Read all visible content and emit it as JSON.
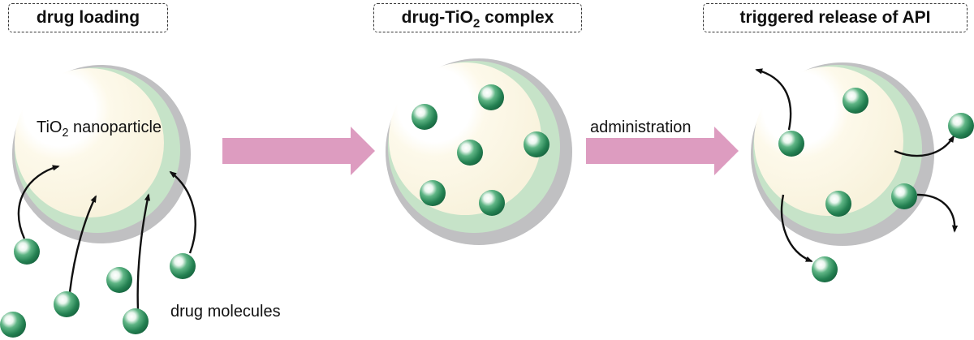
{
  "stages": {
    "loading_title": "drug loading",
    "complex_title_prefix": "drug-TiO",
    "complex_title_sub": "2",
    "complex_title_suffix": " complex",
    "release_title": "triggered release of API"
  },
  "labels": {
    "particle_prefix": "TiO",
    "particle_sub": "2",
    "particle_suffix": " nanoparticle",
    "drug_molecules": "drug molecules",
    "administration": "administration"
  },
  "colors": {
    "shell_gray": "#c0c0c2",
    "shell_green": "#c6e3c8",
    "core_cream": "#fdf9ea",
    "molecule_green": "#2f8f5c",
    "arrow_pink": "#dd9cc0",
    "arrow_black": "#111111"
  }
}
